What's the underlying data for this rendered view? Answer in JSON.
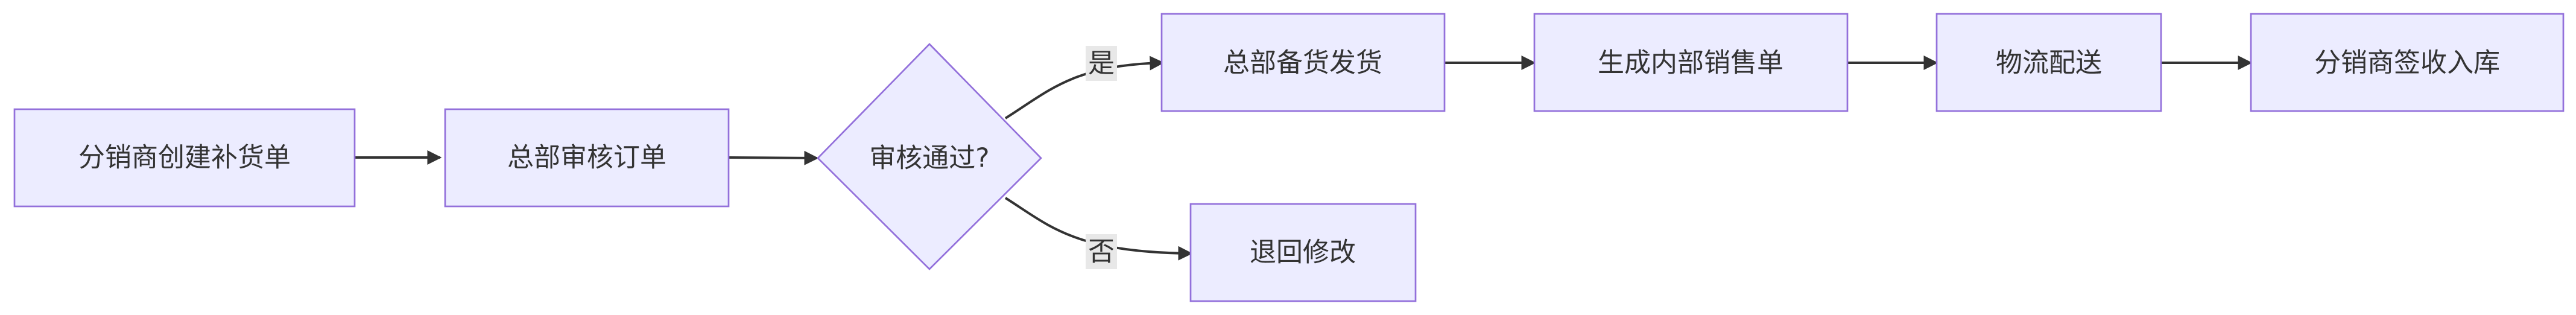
{
  "diagram": {
    "type": "flowchart",
    "colors": {
      "node_fill": "#ECECFF",
      "node_stroke": "#9370DB",
      "edge": "#333333",
      "text": "#333333",
      "edge_label_bg": "#E8E8E8"
    },
    "nodes": {
      "create": "分销商创建补货单",
      "review": "总部审核订单",
      "decision": "审核通过?",
      "stock": "总部备货发货",
      "sales_order": "生成内部销售单",
      "logistics": "物流配送",
      "receive": "分销商签收入库",
      "return": "退回修改"
    },
    "edges": [
      {
        "from": "create",
        "to": "review",
        "label": ""
      },
      {
        "from": "review",
        "to": "decision",
        "label": ""
      },
      {
        "from": "decision",
        "to": "stock",
        "label": "是"
      },
      {
        "from": "stock",
        "to": "sales_order",
        "label": ""
      },
      {
        "from": "sales_order",
        "to": "logistics",
        "label": ""
      },
      {
        "from": "logistics",
        "to": "receive",
        "label": ""
      },
      {
        "from": "decision",
        "to": "return",
        "label": "否"
      }
    ]
  }
}
